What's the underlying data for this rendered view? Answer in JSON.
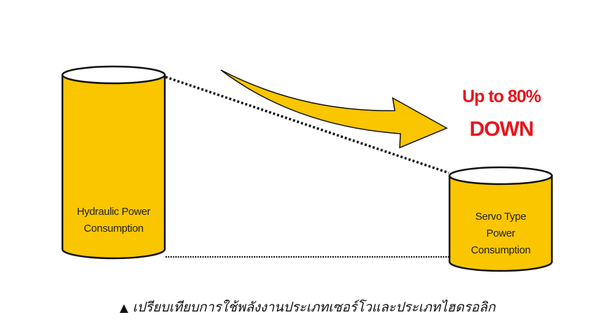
{
  "left_cylinder": {
    "label_line1": "Hydraulic Power",
    "label_line2": "Consumption"
  },
  "right_cylinder": {
    "label_line1": "Servo Type",
    "label_line2": "Power",
    "label_line3": "Consumption"
  },
  "callout": {
    "line1": "Up to 80%",
    "line2": "DOWN"
  },
  "caption": {
    "marker": "▲",
    "text": "เปรียบเทียบการใช้พลังงานประเภทเซอร์โวและประเภทไฮดรอลิก"
  },
  "colors": {
    "cylinder": "#f9c600",
    "callout": "#e8141c"
  }
}
